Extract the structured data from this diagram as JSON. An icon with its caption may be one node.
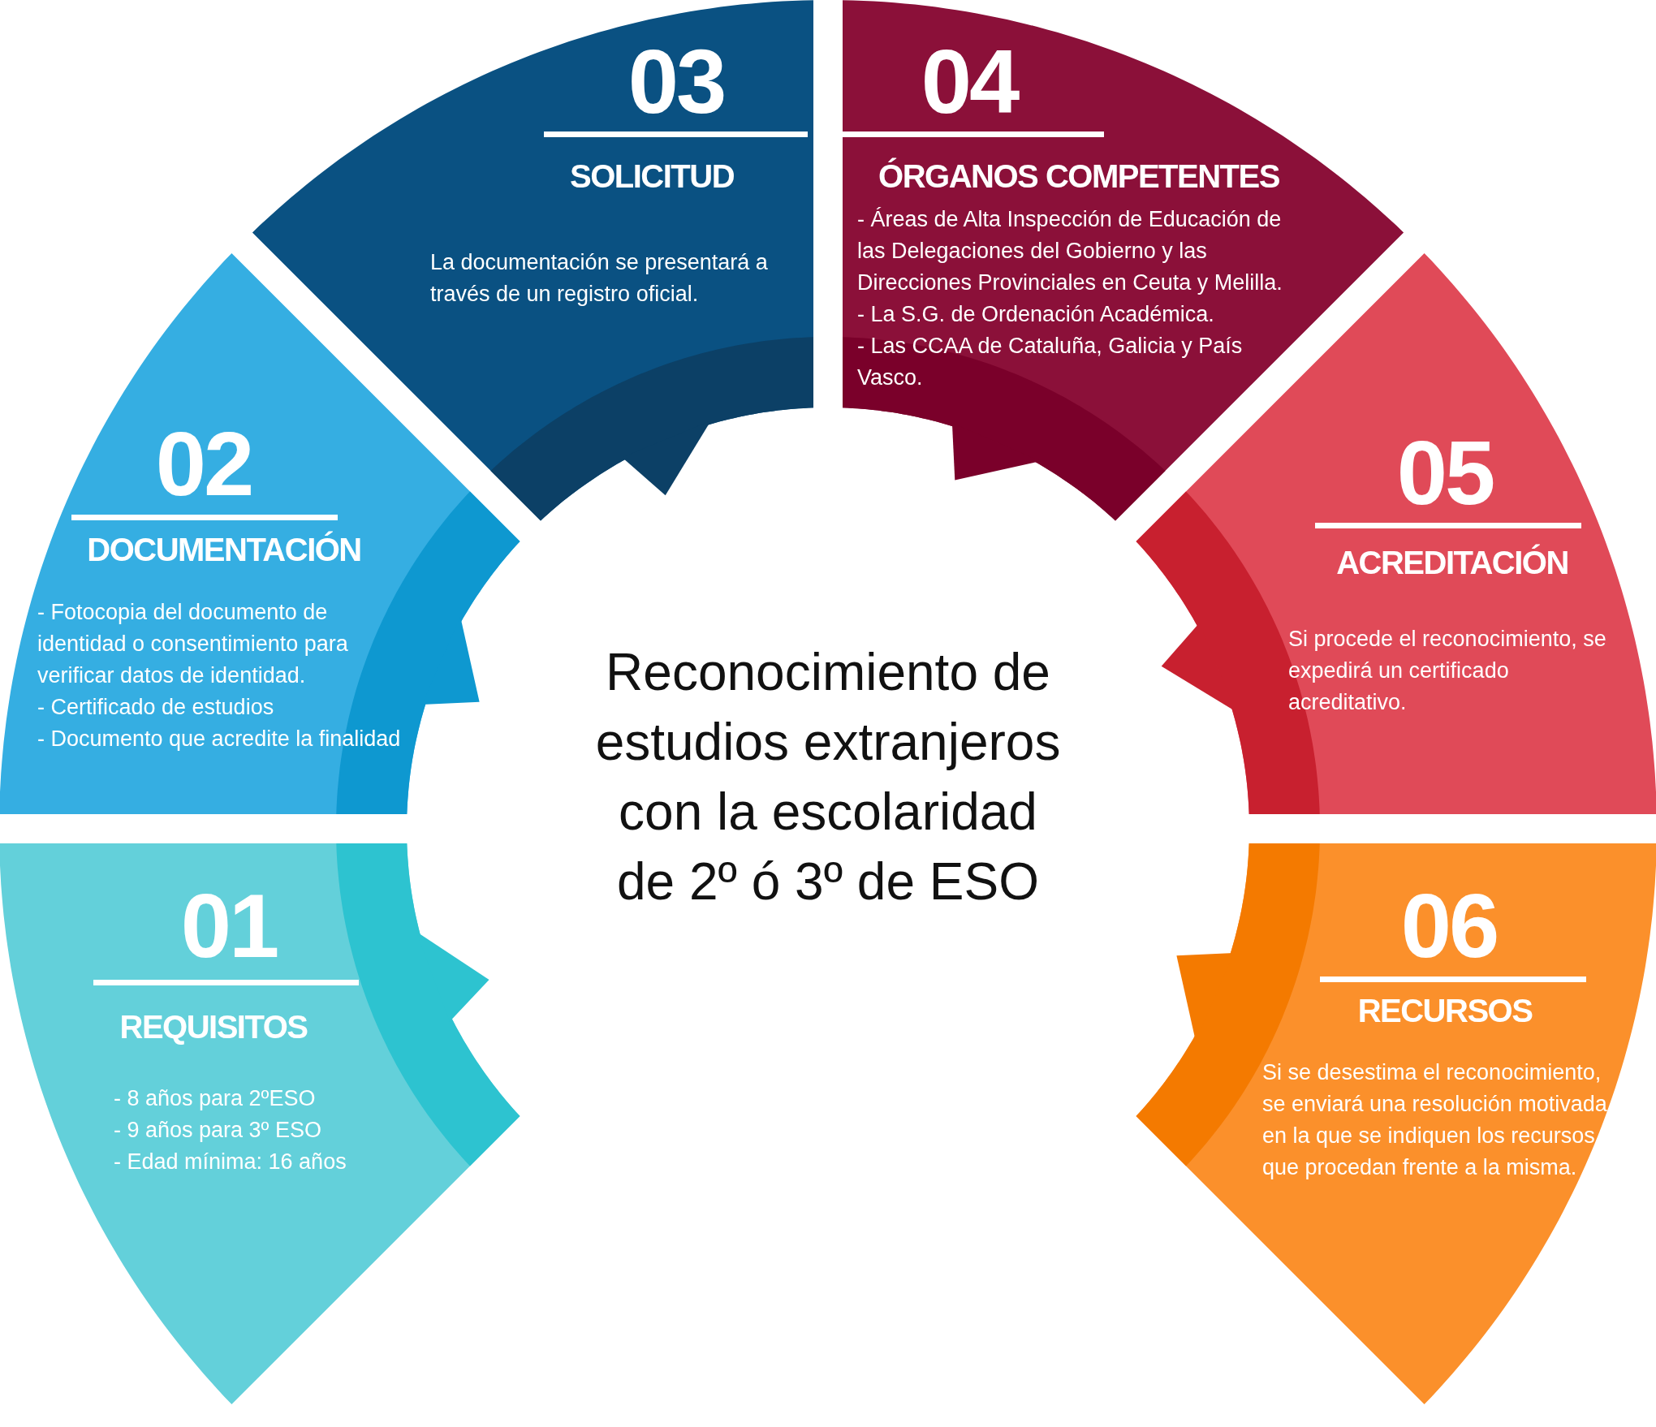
{
  "diagram": {
    "title": "Reconocimiento de estudios extranjeros con la escolaridad de 2º ó 3º de ESO",
    "nodes": [
      {
        "text": [
          "01",
          "REQUISITOS",
          "- 8 años para 2ºESO",
          "- 9 años para 3º ESO",
          "- Edad mínima: 16 años"
        ]
      },
      {
        "text": [
          "02",
          "DOCUMENTACIÓN",
          "- Fotocopia del documento de identidad o consentimiento para verificar datos de identidad.",
          "- Certificado de estudios",
          "- Documento que acredite la finalidad"
        ]
      },
      {
        "text": [
          "03",
          "SOLICITUD",
          "La documentación se presentará a través de un registro oficial."
        ]
      },
      {
        "text": [
          "04",
          "ÓRGANOS COMPETENTES",
          "- Áreas de Alta Inspección de Educación de las Delegaciones del Gobierno y las Direcciones Provinciales en Ceuta y Melilla.",
          "- La S.G. de Ordenación Académica.",
          "- Las CCAA de Cataluña, Galicia y País Vasco."
        ]
      },
      {
        "text": [
          "05",
          "ACREDITACIÓN",
          "Si procede el reconocimiento, se expedirá un certificado acreditativo."
        ]
      },
      {
        "text": [
          "06",
          "RECURSOS",
          "Si se desestima el reconocimiento, se enviará una resolución motivada en la que se indiquen los recursos que procedan frente a la misma."
        ]
      }
    ]
  }
}
